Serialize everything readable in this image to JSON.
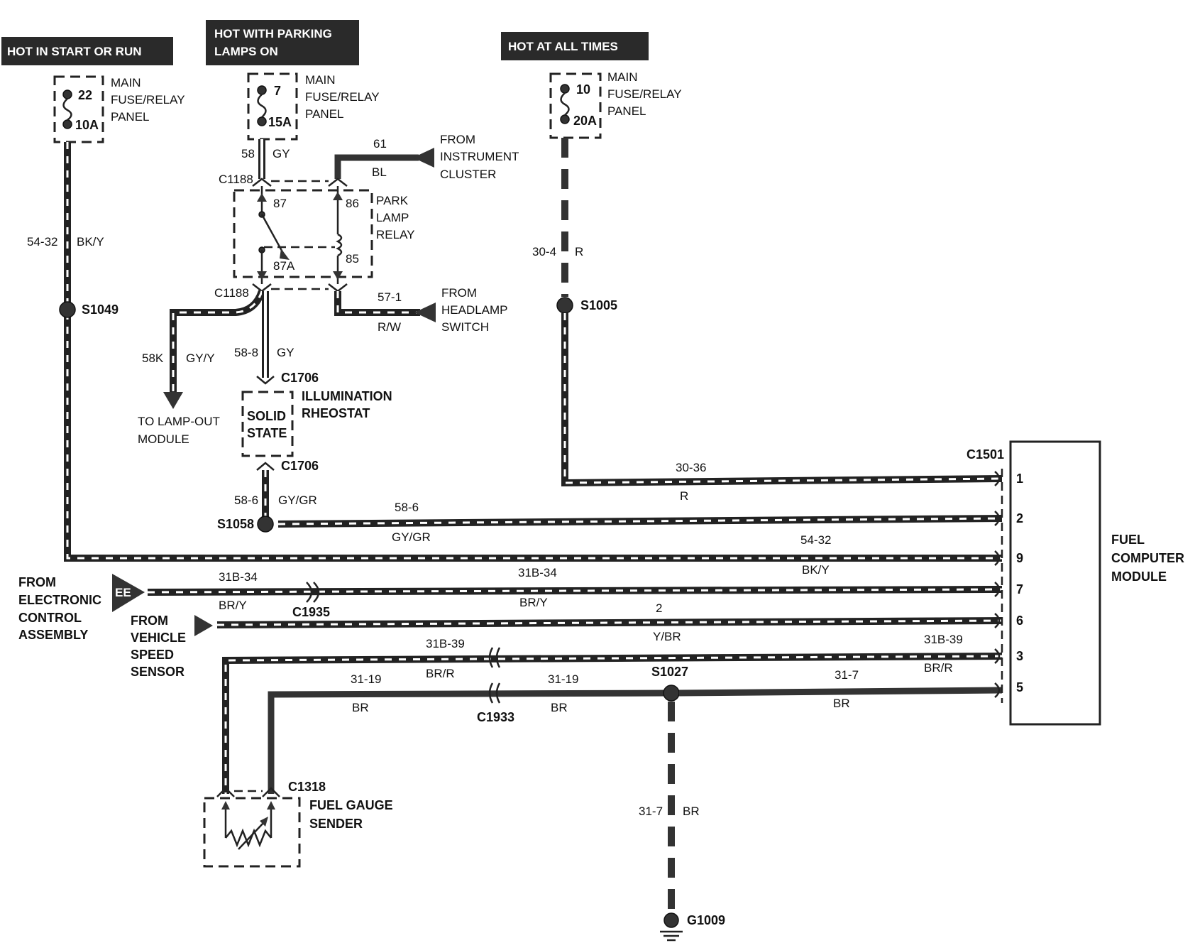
{
  "headers": {
    "hot_start_run": "HOT IN START OR RUN",
    "hot_parking_line1": "HOT WITH PARKING",
    "hot_parking_line2": "LAMPS ON",
    "hot_all_times": "HOT AT ALL TIMES"
  },
  "fuse_panels": [
    {
      "line1": "MAIN",
      "line2": "FUSE/RELAY",
      "line3": "PANEL",
      "fuse_num": "22",
      "fuse_amp": "10A"
    },
    {
      "line1": "MAIN",
      "line2": "FUSE/RELAY",
      "line3": "PANEL",
      "fuse_num": "7",
      "fuse_amp": "15A"
    },
    {
      "line1": "MAIN",
      "line2": "FUSE/RELAY",
      "line3": "PANEL",
      "fuse_num": "10",
      "fuse_amp": "20A"
    }
  ],
  "wires": {
    "w58": "58",
    "w58_color": "GY",
    "w61": "61",
    "w61_color": "BL",
    "w54_32": "54-32",
    "w54_32_color": "BK/Y",
    "w30_4": "30-4",
    "w30_4_color": "R",
    "w57_1": "57-1",
    "w57_1_color": "R/W",
    "w58k": "58K",
    "w58k_color": "GY/Y",
    "w58_8": "58-8",
    "w58_8_color": "GY",
    "w58_6": "58-6",
    "w58_6_color": "GY/GR",
    "w30_36": "30-36",
    "w30_36_color": "R",
    "w58_6b": "58-6",
    "w58_6b_color": "GY/GR",
    "w54_32b": "54-32",
    "w54_32b_color": "BK/Y",
    "w31b_34a": "31B-34",
    "w31b_34a_color": "BR/Y",
    "w31b_34b": "31B-34",
    "w31b_34b_color": "BR/Y",
    "w2": "2",
    "w2_color": "Y/BR",
    "w31b_39a": "31B-39",
    "w31b_39a_color": "BR/R",
    "w31b_39b": "31B-39",
    "w31b_39b_color": "BR/R",
    "w31_19a": "31-19",
    "w31_19a_color": "BR",
    "w31_19b": "31-19",
    "w31_19b_color": "BR",
    "w31_7a": "31-7",
    "w31_7a_color": "BR",
    "w31_7b": "31-7",
    "w31_7b_color": "BR"
  },
  "connectors": {
    "c1188a": "C1188",
    "c1188b": "C1188",
    "c1706a": "C1706",
    "c1706b": "C1706",
    "c1501": "C1501",
    "c1935": "C1935",
    "c1933": "C1933",
    "c1318": "C1318"
  },
  "splices": {
    "s1049": "S1049",
    "s1005": "S1005",
    "s1058": "S1058",
    "s1027": "S1027",
    "g1009": "G1009"
  },
  "relay": {
    "line1": "PARK",
    "line2": "LAMP",
    "line3": "RELAY",
    "pin87": "87",
    "pin86": "86",
    "pin87a": "87A",
    "pin85": "85"
  },
  "sources": {
    "instrument_cluster": [
      "FROM",
      "INSTRUMENT",
      "CLUSTER"
    ],
    "headlamp_switch": [
      "FROM",
      "HEADLAMP",
      "SWITCH"
    ],
    "lamp_out": [
      "TO LAMP-OUT",
      "MODULE"
    ],
    "eca": [
      "FROM",
      "ELECTRONIC",
      "CONTROL",
      "ASSEMBLY"
    ],
    "eca_tag": "EE",
    "vss": [
      "FROM",
      "VEHICLE",
      "SPEED",
      "SENSOR"
    ]
  },
  "rheostat": {
    "name1": "ILLUMINATION",
    "name2": "RHEOSTAT",
    "inner1": "SOLID",
    "inner2": "STATE"
  },
  "module": {
    "line1": "FUEL",
    "line2": "COMPUTER",
    "line3": "MODULE",
    "pins": [
      "1",
      "2",
      "9",
      "7",
      "6",
      "3",
      "5"
    ]
  },
  "sender": {
    "line1": "FUEL GAUGE",
    "line2": "SENDER"
  }
}
